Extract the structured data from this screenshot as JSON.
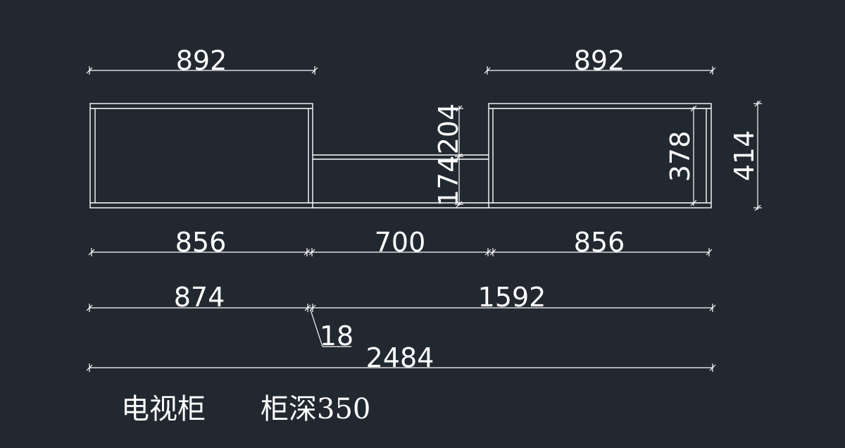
{
  "colors": {
    "background": "#212830",
    "line": "#ffffff"
  },
  "dimensions": {
    "top_left_width": "892",
    "top_right_width": "892",
    "middle_upper_gap": "204",
    "middle_lower_height": "174",
    "right_inner_height": "378",
    "overall_height": "414",
    "left_cabinet": "856",
    "middle_span": "700",
    "right_cabinet": "856",
    "left_total": "874",
    "right_total": "1592",
    "offset": "18",
    "overall_length": "2484"
  },
  "caption": {
    "name": "电视柜",
    "depth": "柜深350"
  }
}
